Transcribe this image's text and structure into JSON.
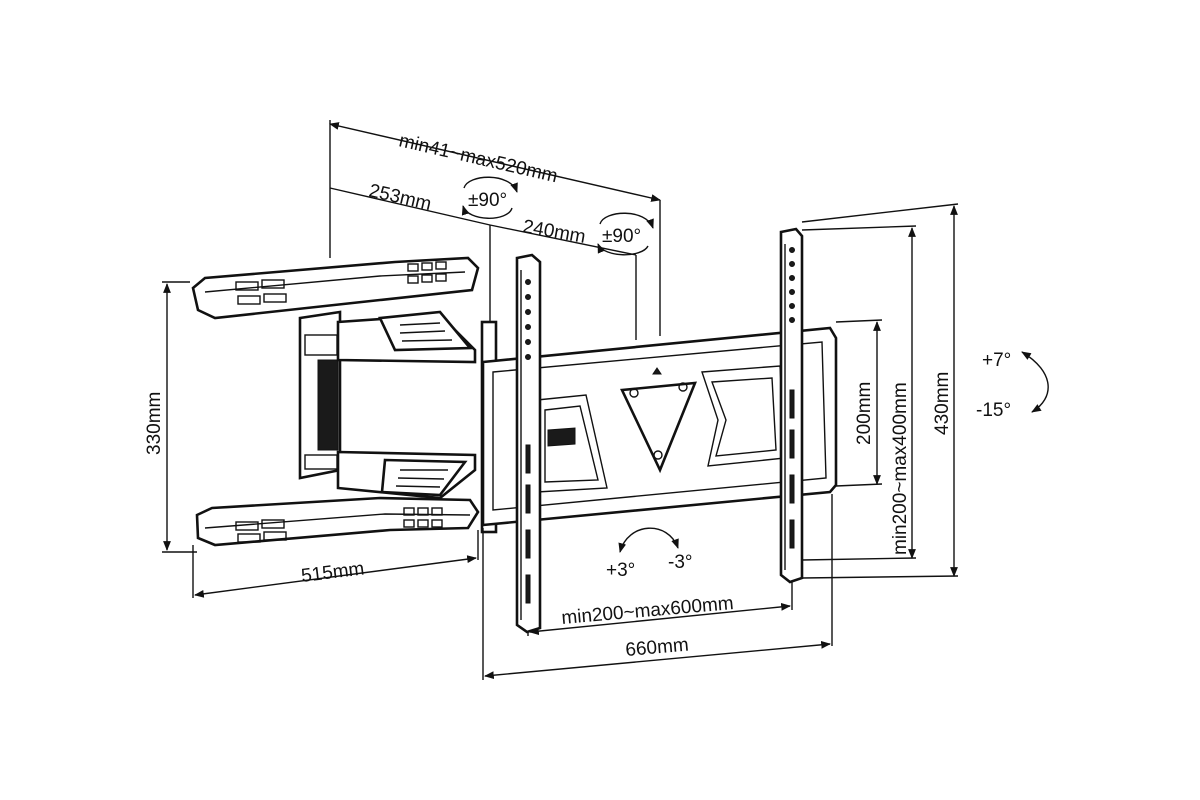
{
  "dimensions": {
    "extension": "min41~max520mm",
    "arm_segment_1": "253mm",
    "arm_segment_2": "240mm",
    "swivel_1": "±90°",
    "swivel_2": "±90°",
    "wall_plate_height": "330mm",
    "wall_plate_width": "515mm",
    "vesa_vertical_fixed": "200mm",
    "vesa_vertical_range": "min200~max400mm",
    "bracket_height": "430mm",
    "vesa_horizontal_range": "min200~max600mm",
    "bracket_width": "660mm",
    "tilt_up": "+7°",
    "tilt_down": "-15°",
    "rotation_plus": "+3°",
    "rotation_minus": "-3°"
  },
  "colors": {
    "line": "#111111",
    "background": "#ffffff"
  }
}
